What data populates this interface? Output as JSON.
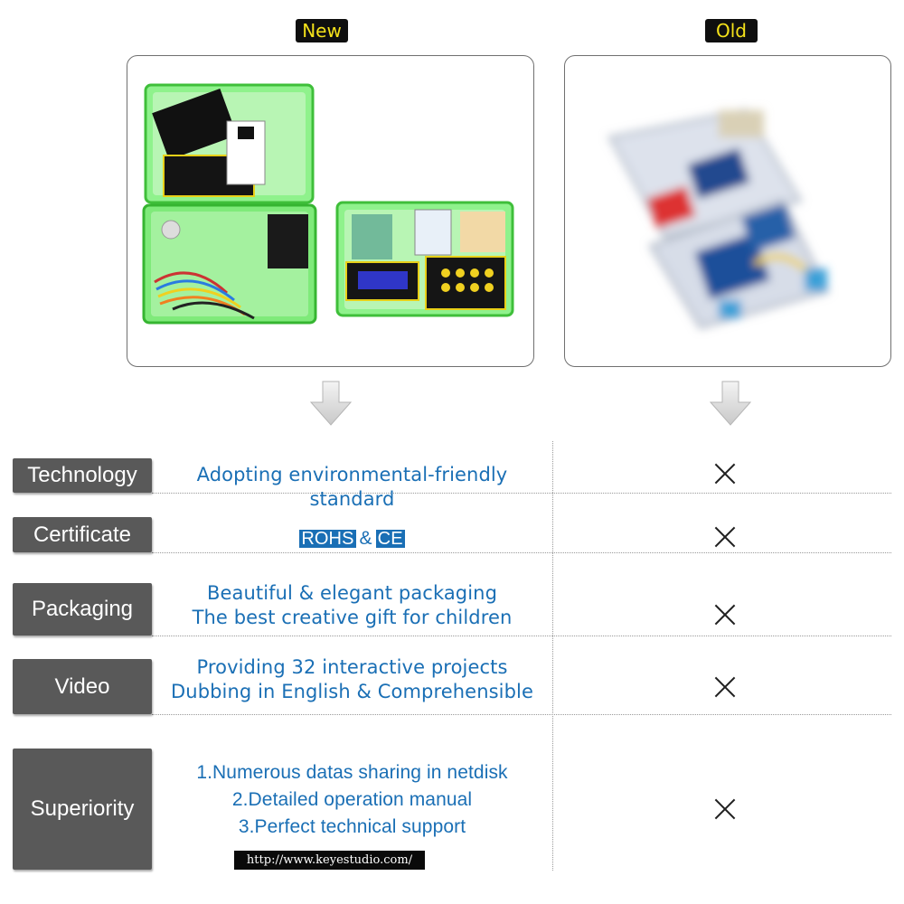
{
  "header": {
    "new_label": "New",
    "old_label": "Old"
  },
  "colors": {
    "tag_text": "#f5e21a",
    "accent_blue": "#1a6fb5",
    "label_bg": "#595959",
    "case_green": "#5fe35a"
  },
  "rows": [
    {
      "label": "Technology",
      "lines": [
        "Adopting environmental-friendly standard"
      ],
      "old": "×"
    },
    {
      "label": "Certificate",
      "badge1": "ROHS",
      "amp": "&",
      "badge2": "CE",
      "old": "×"
    },
    {
      "label": "Packaging",
      "lines": [
        "Beautiful & elegant packaging",
        "The best creative gift for children"
      ],
      "old": "×"
    },
    {
      "label": "Video",
      "lines": [
        "Providing 32 interactive projects",
        "Dubbing in English & Comprehensible"
      ],
      "old": "×"
    },
    {
      "label": "Superiority",
      "lines": [
        "1.Numerous datas sharing in netdisk",
        "2.Detailed operation manual",
        "3.Perfect technical support"
      ],
      "old": "×"
    }
  ],
  "url": "http://www.keyestudio.com/",
  "images": {
    "new_kit": "green-starter-kit-photo",
    "old_kit": "blurred-old-kit-photo"
  }
}
